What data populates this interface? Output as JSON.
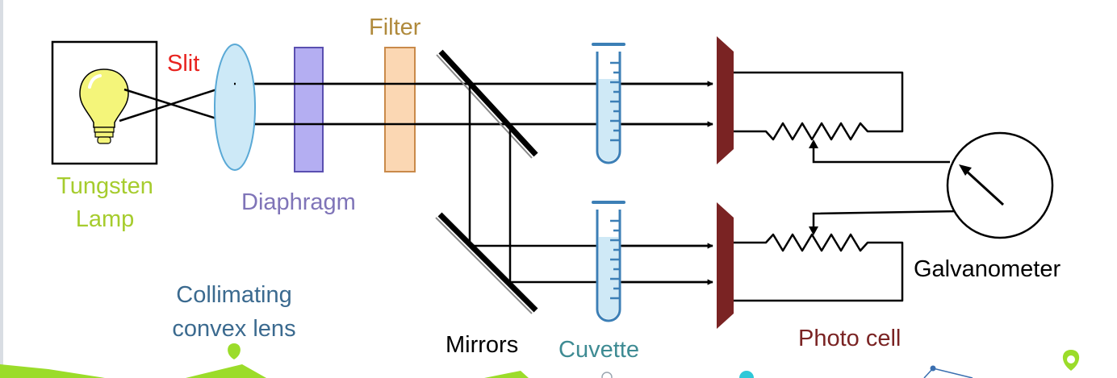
{
  "labels": {
    "slit": "Slit",
    "filter": "Filter",
    "tungsten_line1": "Tungsten",
    "tungsten_line2": "Lamp",
    "diaphragm": "Diaphragm",
    "collimating_line1": "Collimating",
    "collimating_line2": "convex lens",
    "mirrors": "Mirrors",
    "cuvette": "Cuvette",
    "photo_cell": "Photo cell",
    "galvanometer": "Galvanometer"
  },
  "colors": {
    "slit": "#e8231f",
    "filter": "#b08a3c",
    "tungsten": "#a6cc2e",
    "diaphragm": "#7f74b8",
    "collimating": "#3b6a8f",
    "mirrors": "#000000",
    "cuvette": "#3e8b93",
    "photo_cell": "#7a2323",
    "galvanometer": "#000000",
    "lens_fill": "#cde9f7",
    "lens_stroke": "#5aa9d6",
    "diaphragm_fill": "#b4aef2",
    "filter_fill": "#fbd7b3",
    "cuvette_liquid": "#cfe9f6",
    "cuvette_mark": "#3c7fb6",
    "bulb": "#f4f57a",
    "accent_green": "#9bdc2a",
    "accent_cyan": "#2ec8d8"
  },
  "icons": [
    "lightbulb-icon",
    "test-tube-icon",
    "location-pin-icon"
  ]
}
